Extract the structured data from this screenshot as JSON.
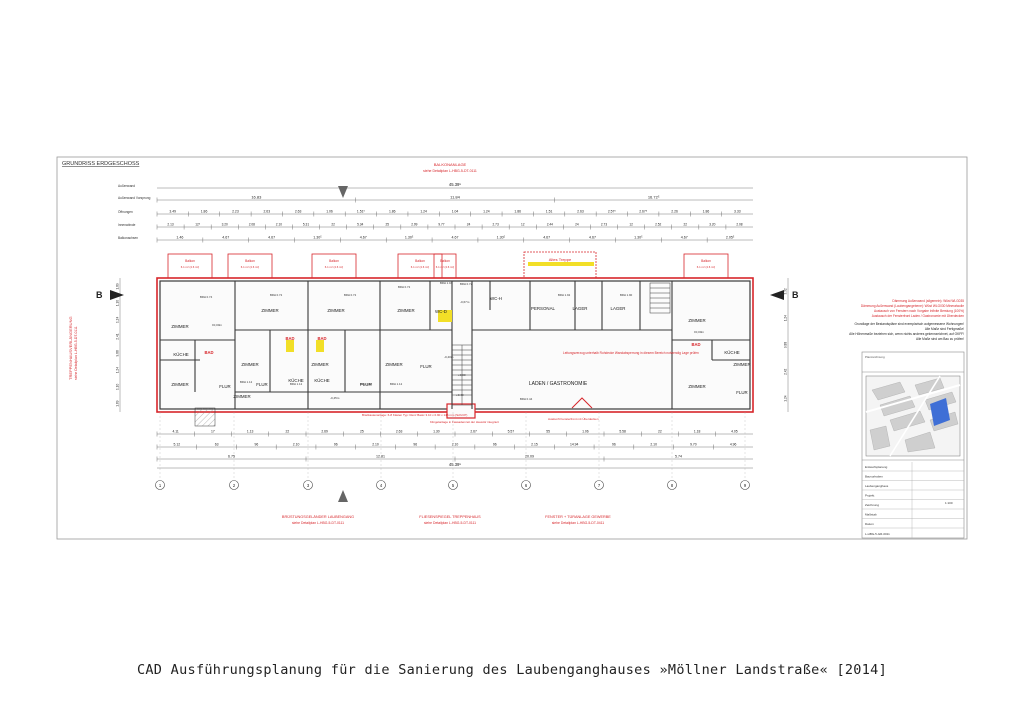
{
  "drawing": {
    "title": "GRUNDRISS ERDGESCHOSS",
    "caption": "CAD Ausführungsplanung für die Sanierung des Laubenganghauses »Möllner Landstraße« [2014]",
    "colors": {
      "wall": "#d7262b",
      "line": "#3a3a3a",
      "accent_yellow": "#f2df27",
      "map_blue": "#3f6fd6"
    },
    "top_note": {
      "title": "BALKONANLAGE",
      "sub": "siehe Detailplan L-HBG-5-DT-0111"
    },
    "bottom_notes": [
      {
        "title": "BRÜSTUNGSGELÄNDER LAUBENGANG",
        "sub": "siehe Detailplan L-HBG-5-DT-0111"
      },
      {
        "title": "FLIESENSPIEGEL TREPPENHAUS",
        "sub": "siehe Detailplan L-HBG-5-DT-0111"
      },
      {
        "title": "FENSTER + TÜRANLAGE GEWERBE",
        "sub": "siehe Detailplan L-HBG-5-DT-0411"
      }
    ],
    "left_note": {
      "title": "TREPPENHAUSVERLÄNGERUNG",
      "sub": "siehe Detailplan L-HBG-5-DT-0111"
    },
    "dimension_row_labels": [
      "Außenwand",
      "Außenwand Vorsprung",
      "Öffnungen",
      "Innenwände",
      "Balkonachsen"
    ],
    "dims": {
      "overall": "45.39⁵",
      "row2": [
        "16.83",
        "11.84",
        "16.72⁵"
      ],
      "row3": [
        "3.49",
        "1.86",
        "2.23",
        "2.63",
        "2.63",
        "1.06",
        "1.51⁵",
        "1.86",
        "1.24",
        "1.04",
        "1.24",
        "1.86",
        "1.51",
        "2.63",
        "2.57⁵",
        "2.67⁵",
        "2.26",
        "1.86",
        "3.33"
      ],
      "row4": [
        "2.13",
        "12⁵",
        "3.20",
        "2.08",
        "2.10",
        "5.31",
        "22",
        "5.34",
        "25",
        "2.99",
        "9.77",
        "24",
        "2.73",
        "12",
        "2.44",
        "24",
        "2.73",
        "12",
        "2.52",
        "22",
        "3.20",
        "2.08"
      ],
      "row5": [
        "1.46",
        "4.67",
        "4.67",
        "1.30⁵",
        "4.67",
        "1.30⁵",
        "4.67",
        "1.30⁵",
        "4.67",
        "4.67",
        "1.30⁵",
        "4.67",
        "2.05⁵"
      ],
      "bottom1": [
        "4.11",
        "17",
        "1.13",
        "22",
        "2.69",
        "25",
        "2.63",
        "1.30",
        "2.67",
        "5.57",
        "55",
        "1.06",
        "5.58",
        "22",
        "1.18",
        "4.05"
      ],
      "bottom2": [
        "5.12",
        "63",
        "96",
        "2.10",
        "96",
        "2.10",
        "96",
        "2.10",
        "96",
        "2.15",
        "14.94",
        "96",
        "2.10",
        "9.70",
        "4.96"
      ],
      "bottom3": [
        "6.75",
        "12.81",
        "20.09",
        "5.74"
      ],
      "bottom_overall": "45.39⁵",
      "side_left": [
        "1.89",
        "1.10",
        "1.24",
        "2.41",
        "9.88",
        "1.24",
        "1.10",
        "1.89"
      ],
      "side_right": [
        "3.32",
        "1.24",
        "9.88",
        "2.42",
        "1.24"
      ]
    },
    "axes": [
      "1",
      "2",
      "3",
      "4",
      "5",
      "6",
      "7",
      "8",
      "9"
    ],
    "section_marks": [
      "B",
      "B"
    ],
    "balconies": [
      {
        "label": "Balkon",
        "area": "6.1 m² (4.6 m²)"
      },
      {
        "label": "Balkon",
        "area": "6.1 m² (4.6 m²)"
      },
      {
        "label": "Balkon",
        "area": "6.1 m² (4.6 m²)"
      },
      {
        "label": "Balkon",
        "area": "6.1 m² (4.6 m²)"
      },
      {
        "label": "Balkon",
        "area": "6.1 m² (4.6 m²)"
      },
      {
        "label": "Balkon",
        "area": "6.1 m² (4.6 m²)"
      }
    ],
    "stair_label": "Altes Treppe",
    "rooms": [
      "ZIMMER",
      "ZIMMER",
      "ZIMMER",
      "ZIMMER",
      "ZIMMER",
      "ZIMMER",
      "ZIMMER",
      "ZIMMER",
      "ZIMMER",
      "ZIMMER",
      "ZIMMER",
      "ZIMMER",
      "KÜCHE",
      "KÜCHE",
      "KÜCHE",
      "KÜCHE",
      "BAD",
      "BAD",
      "BAD",
      "BAD",
      "FLUR",
      "FLUR",
      "FLUR",
      "FLUR",
      "FLUR",
      "WC-D",
      "WC-H",
      "PERSONAL",
      "LAGER",
      "LAGER",
      "LADEN / GASTRONOMIE"
    ],
    "levels": [
      "±0,00m",
      "±0,00m",
      "-0,40m",
      "-0,45m",
      "+0,00",
      "+0.40",
      "-0,67m"
    ],
    "brh": [
      "BRH 0.74",
      "BRH 0.72",
      "BRH 0.72",
      "BRH 0.72",
      "BRH 0.72",
      "BRH 1.12",
      "BRH 1.12",
      "BRH 1.12",
      "BRH 1.12",
      "BRH 1.04",
      "BRH 1.92",
      "BRH 1.90",
      "BRH 0.44"
    ],
    "red_notes": [
      "Leitungsverzug unterhalb Rohdecke Wandabsperrung in diesem Bereich notwendig Lage prüfen",
      "Briefkastenanlage: 6-8 Kästen Typ: Renz Basic 3.10 x 0.90 x 145 mm (Schritt?)",
      "Klingelanlage in Fassadenzeit der Haustür integriert",
      "Auskunft Fensterfront mit Überdecken"
    ],
    "legend": {
      "red_lines": [
        "Dämmung Außenwand (allgemein): Wüst WLG035",
        "Dämmung Außenwand (Laubengangebene): Wüst WLG030 Mineralwolle",
        "Austausch von Fenstern nach Vorgabe Infinite Berstung (100%)",
        "Austausch der Fensterfront Laden / Gastronomie mit Überdecken"
      ],
      "black_lines": [
        "Grundlage der Bestandspläne sind exemplarisch aufgemessene Wohnungen!",
        "Alle Maße sind Fertigmaße!",
        "Alle Höhenmaße beziehen sich, wenn nichts anderes gekennzeichnet, auf OKFF!",
        "Alle Maße sind am Bau zu prüfen!"
      ]
    },
    "titleblock": {
      "note": "Planzeichnung",
      "rows": [
        "Entwurfsplanung",
        "Bauvorhaben",
        "Laubenganghaus",
        "Projekt",
        "Zeichnung",
        "Maßstab",
        "Datum"
      ],
      "scale": "1:100",
      "plan_nr": "L-HBG-5-GR-0011"
    }
  }
}
